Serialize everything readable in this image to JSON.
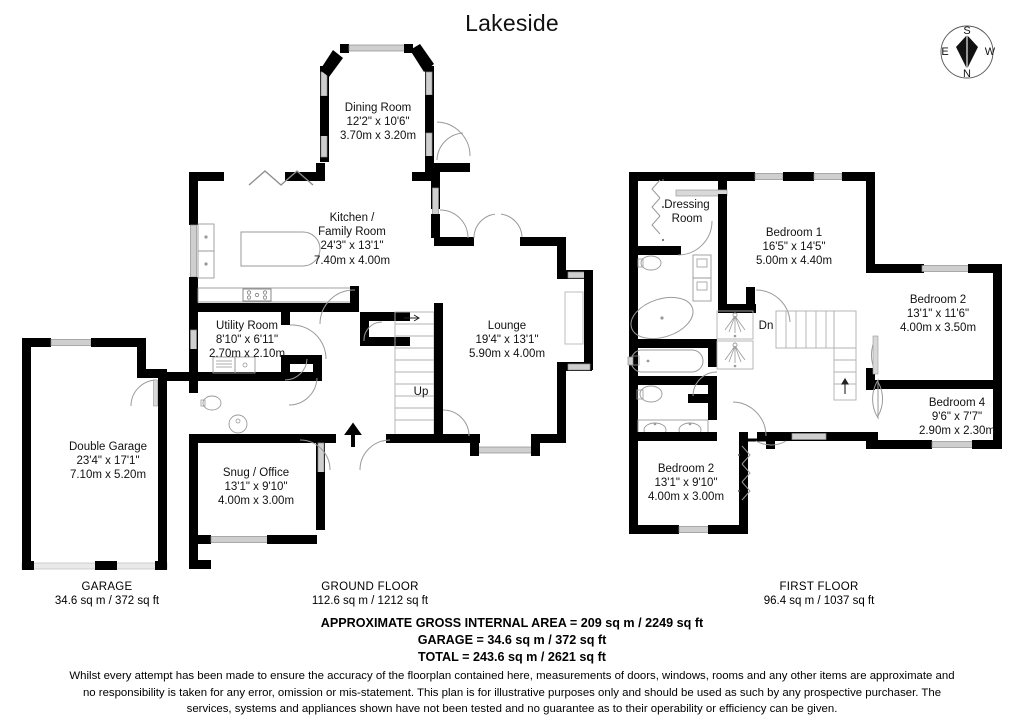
{
  "title": "Lakeside",
  "compass": {
    "top": "S",
    "bottom": "N",
    "left": "E",
    "right": "W"
  },
  "ground_floor": {
    "label": "GROUND FLOOR",
    "area": "112.6 sq m / 1212 sq ft",
    "stair_label": "Up",
    "rooms": [
      {
        "name": "Dining Room",
        "imperial": "12'2\" x 10'6\"",
        "metric": "3.70m x 3.20m"
      },
      {
        "name": "Kitchen /",
        "name2": "Family Room",
        "imperial": "24'3\" x 13'1\"",
        "metric": "7.40m x 4.00m"
      },
      {
        "name": "Utility Room",
        "imperial": "8'10\" x 6'11\"",
        "metric": "2.70m x 2.10m"
      },
      {
        "name": "Lounge",
        "imperial": "19'4\" x 13'1\"",
        "metric": "5.90m x 4.00m"
      },
      {
        "name": "Snug / Office",
        "imperial": "13'1\" x 9'10\"",
        "metric": "4.00m x 3.00m"
      },
      {
        "name": "Double Garage",
        "imperial": "23'4\" x 17'1\"",
        "metric": "7.10m x 5.20m"
      }
    ]
  },
  "garage_block": {
    "label": "GARAGE",
    "area": "34.6 sq m / 372 sq ft"
  },
  "first_floor": {
    "label": "FIRST FLOOR",
    "area": "96.4 sq m / 1037 sq ft",
    "stair_label": "Dn",
    "rooms": [
      {
        "name": "Dressing",
        "name2": "Room",
        "imperial": "",
        "metric": ""
      },
      {
        "name": "Bedroom 1",
        "imperial": "16'5\" x 14'5\"",
        "metric": "5.00m x 4.40m"
      },
      {
        "name": "Bedroom 2",
        "imperial": "13'1\" x 11'6\"",
        "metric": "4.00m x 3.50m"
      },
      {
        "name": "Bedroom 4",
        "imperial": "9'6\" x 7'7\"",
        "metric": "2.90m x 2.30m"
      },
      {
        "name": "Bedroom 2",
        "imperial": "13'1\" x 9'10\"",
        "metric": "4.00m x 3.00m"
      }
    ]
  },
  "summary": {
    "line1": "APPROXIMATE GROSS INTERNAL AREA = 209 sq m / 2249 sq ft",
    "line2": "GARAGE = 34.6 sq m / 372 sq ft",
    "line3": "TOTAL = 243.6 sq m / 2621 sq ft"
  },
  "disclaimer": "Whilst every attempt has been made to ensure the accuracy of the floorplan contained here, measurements of doors, windows, rooms and any other items are approximate and no responsibility is taken for any error, omission or mis-statement. This plan is for illustrative purposes only and should be used as such by any prospective purchaser. The services, systems and appliances shown have not been tested and no guarantee as to their operability or efficiency can be given.",
  "colors": {
    "wall": "#000000",
    "window": "#c9c9c9",
    "fixture_line": "#9a9a9a",
    "text": "#111111",
    "background": "#ffffff"
  }
}
